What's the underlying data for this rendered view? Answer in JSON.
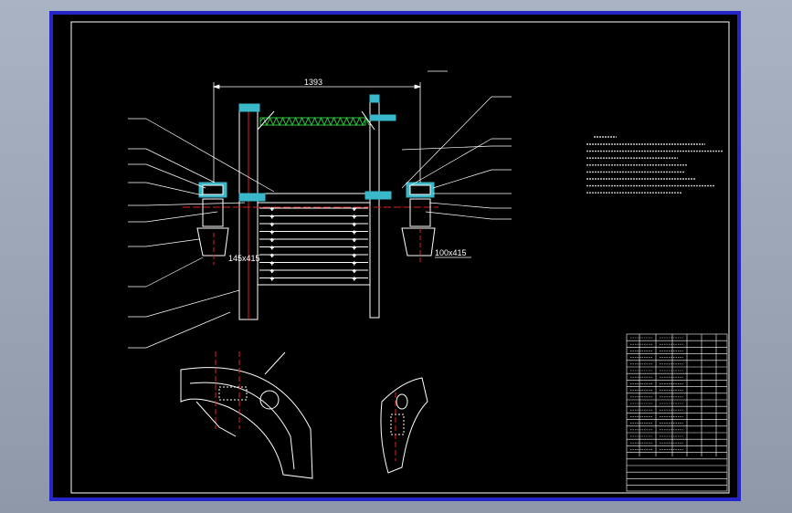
{
  "dimensions": {
    "overall_width": "1393",
    "left_flange": "145x415",
    "right_flange": "100x415"
  },
  "colors": {
    "frame_blue": "#2525c8",
    "line_white": "#ffffff",
    "center_red": "#e02020",
    "section_cyan": "#38b8c8",
    "spring_green": "#2ec040",
    "background": "#000000"
  }
}
